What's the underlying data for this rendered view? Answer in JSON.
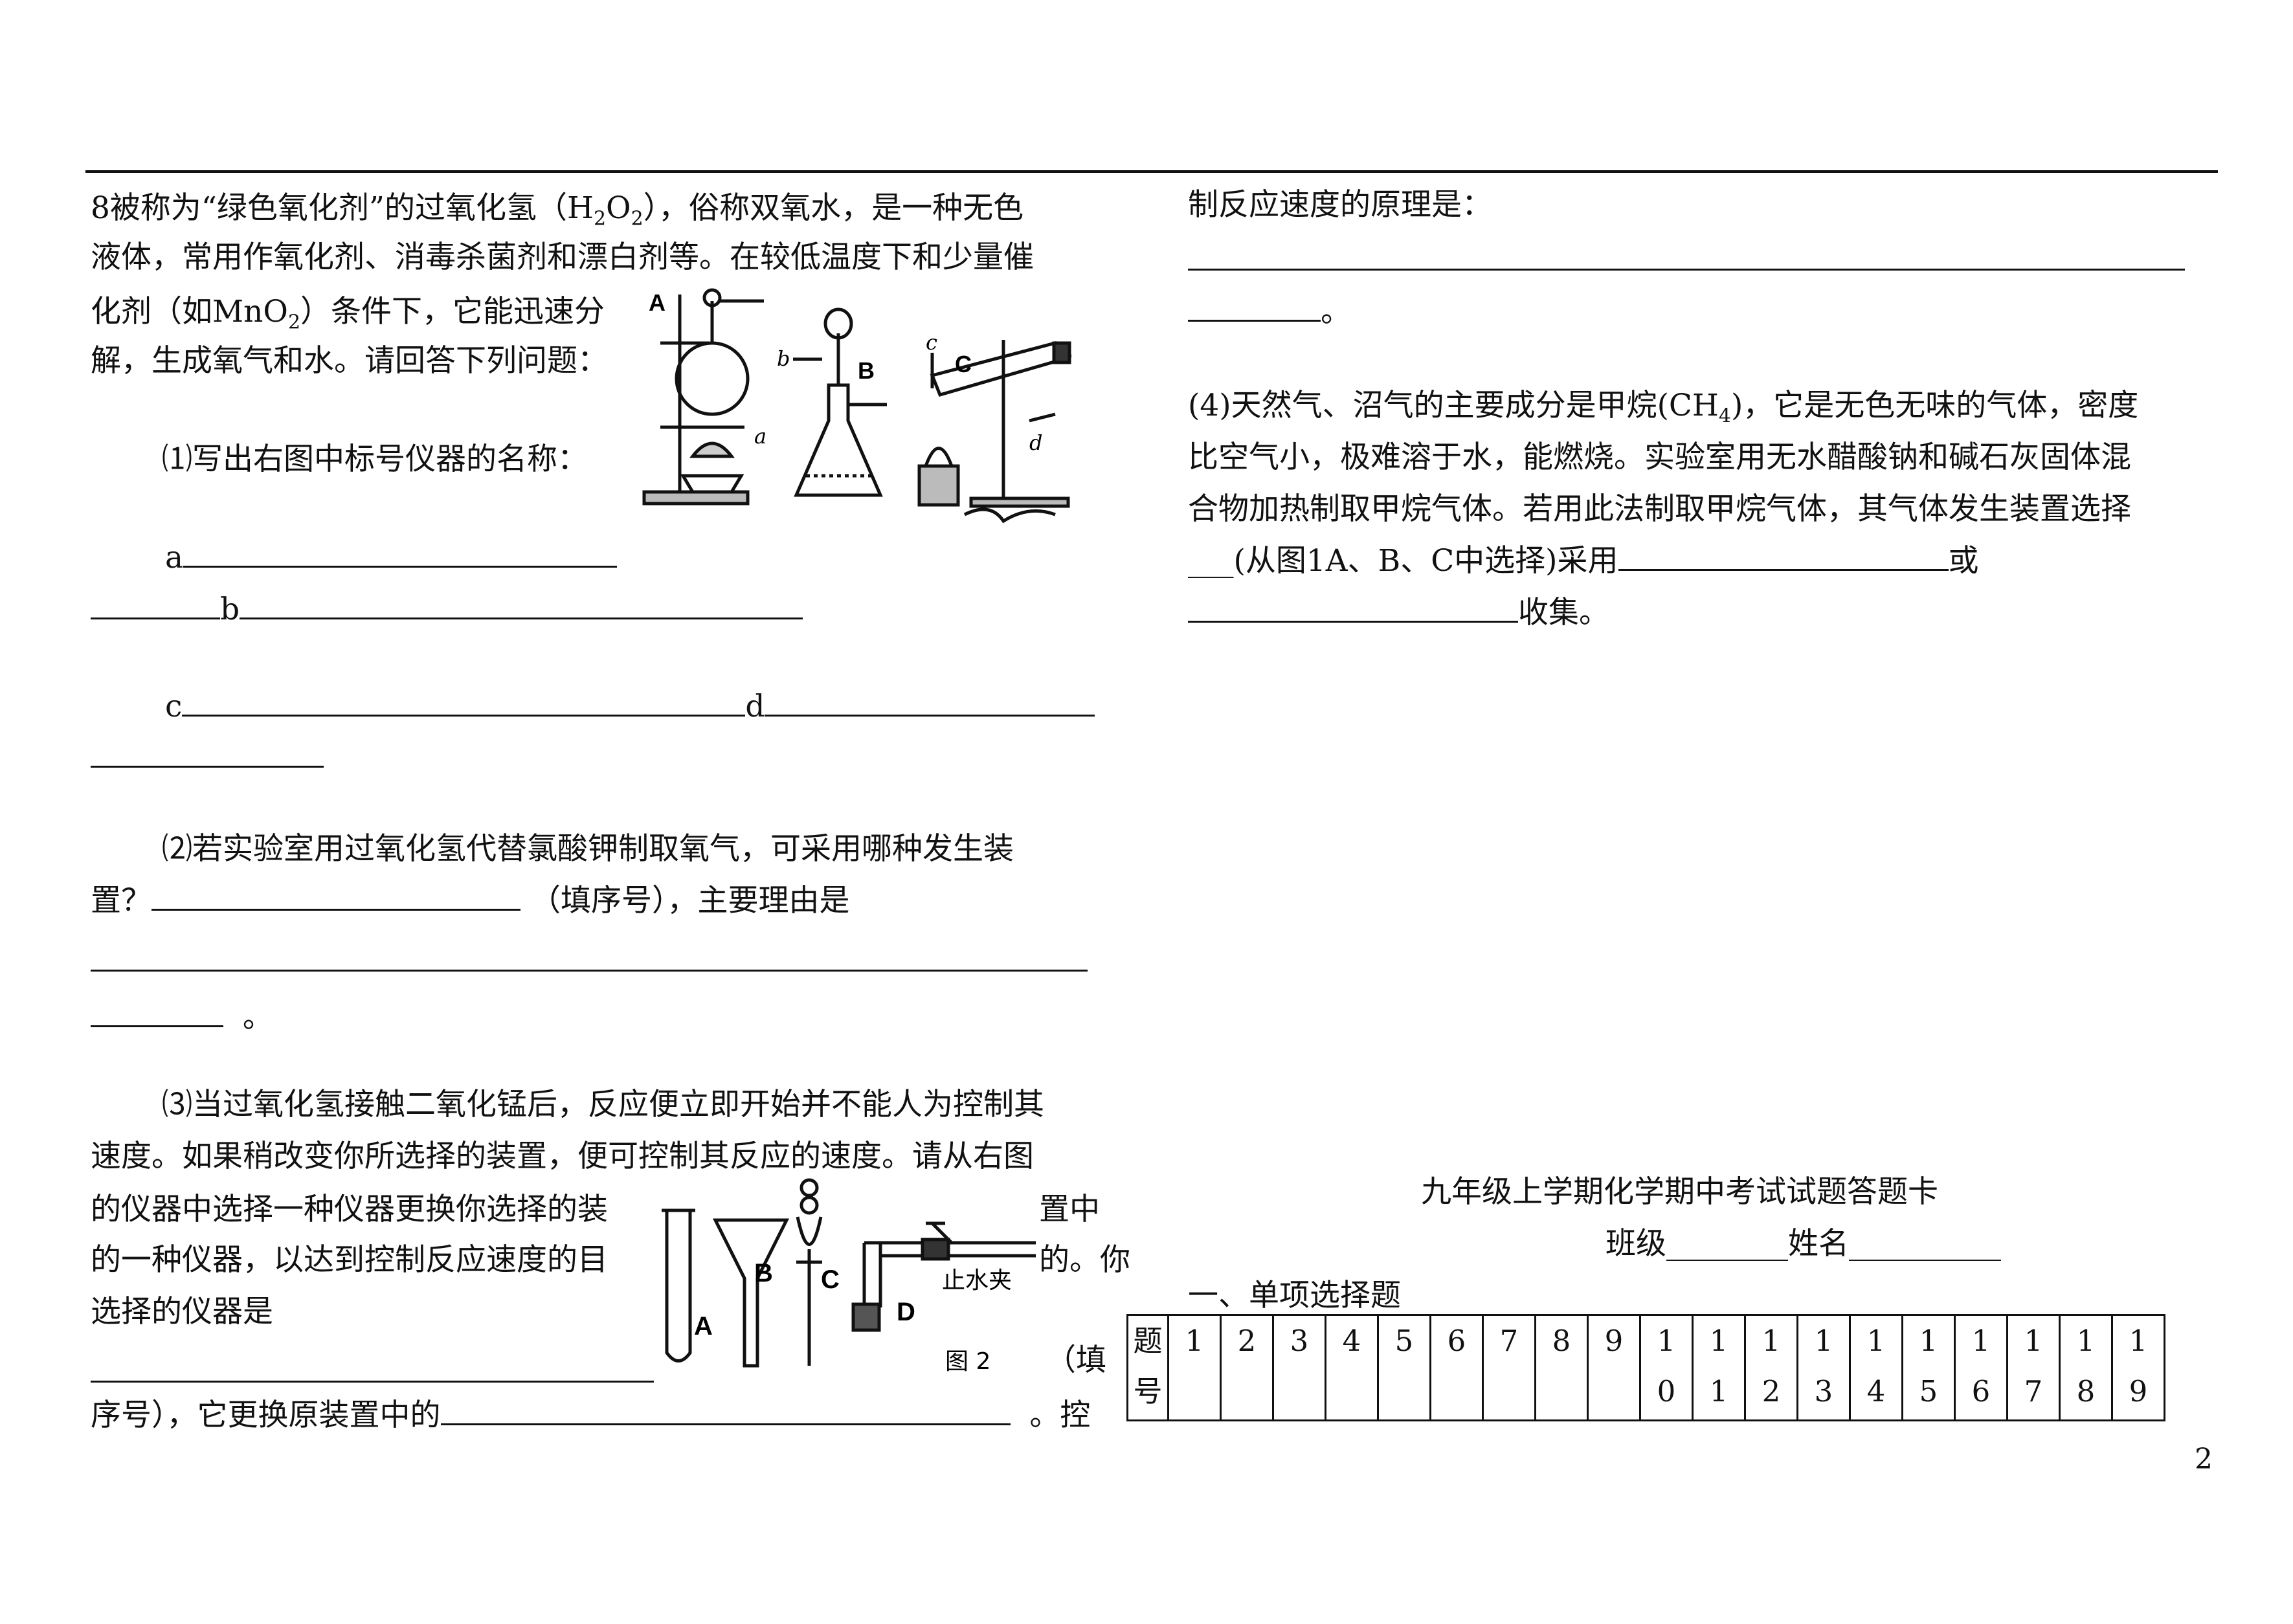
{
  "left": {
    "intro_1": "8被称为“绿色氧化剂”的过氧化氢（H",
    "intro_1b": "O",
    "intro_1c": "），俗称双氧水，是一种无色",
    "intro_2": "液体，常用作氧化剂、消毒杀菌剂和漂白剂等。在较低温度下和少量催",
    "intro_3": "化剂（如MnO",
    "intro_3b": "）条件下，它能迅速分",
    "intro_4": "解，生成氧气和水。请回答下列问题：",
    "q1": "⑴写出右图中标号仪器的名称：",
    "blank_a": "a",
    "blank_b": "b",
    "blank_c": "c",
    "blank_d": "d",
    "q2_1": "⑵若实验室用过氧化氢代替氯酸钾制取氧气，可采用哪种发生装",
    "q2_2a": "置？",
    "q2_2b": "（填序号），主要理由是",
    "q2_end": "。",
    "q3_1": "⑶当过氧化氢接触二氧化锰后，反应便立即开始并不能人为控制其",
    "q3_2": "速度。如果稍改变你所选择的装置，便可控制其反应的速度。请从右图",
    "q3_3a": "的仪器中选择一种仪器更换你选择的装",
    "q3_3b": "置中",
    "q3_4a": "的一种仪器，以达到控制反应速度的目",
    "q3_4b": "的。你",
    "q3_5": "选择的仪器是",
    "q3_6": "（填",
    "q3_7a": "序号），它更换原装置中的",
    "q3_7b": "。控"
  },
  "fig1": {
    "label_A": "A",
    "label_B": "B",
    "label_C": "C",
    "label_a": "a",
    "label_b": "b",
    "label_c": "c",
    "label_d": "d"
  },
  "fig2": {
    "label_A": "A",
    "label_B": "B",
    "label_C": "C",
    "label_D": "D",
    "clamp": "止水夹",
    "caption": "图 2"
  },
  "right": {
    "cont_1": "制反应速度的原理是：",
    "cont_end": "。",
    "q4_1a": "(4)天然气、沼气的主要成分是甲烷(CH",
    "q4_1sub": "4",
    "q4_1b": ")，它是无色无味的气体，密度",
    "q4_2": "比空气小，极难溶于水，能燃烧。实验室用无水醋酸钠和碱石灰固体混",
    "q4_3": "合物加热制取甲烷气体。若用此法制取甲烷气体，其气体发生装置选择",
    "q4_4a": "___(从图1A、B、C中选择)采用",
    "q4_4b": "或",
    "q4_5": "收集。"
  },
  "card": {
    "title": "九年级上学期化学期中考试试题答题卡",
    "class_label": "班级________姓名__________",
    "section": "一、单项选择题",
    "header_cell": [
      "题",
      "号"
    ],
    "numbers": [
      [
        "1",
        ""
      ],
      [
        "2",
        ""
      ],
      [
        "3",
        ""
      ],
      [
        "4",
        ""
      ],
      [
        "5",
        ""
      ],
      [
        "6",
        ""
      ],
      [
        "7",
        ""
      ],
      [
        "8",
        ""
      ],
      [
        "9",
        ""
      ],
      [
        "1",
        "0"
      ],
      [
        "1",
        "1"
      ],
      [
        "1",
        "2"
      ],
      [
        "1",
        "3"
      ],
      [
        "1",
        "4"
      ],
      [
        "1",
        "5"
      ],
      [
        "1",
        "6"
      ],
      [
        "1",
        "7"
      ],
      [
        "1",
        "8"
      ],
      [
        "1",
        "9"
      ]
    ]
  },
  "page_number": "2"
}
